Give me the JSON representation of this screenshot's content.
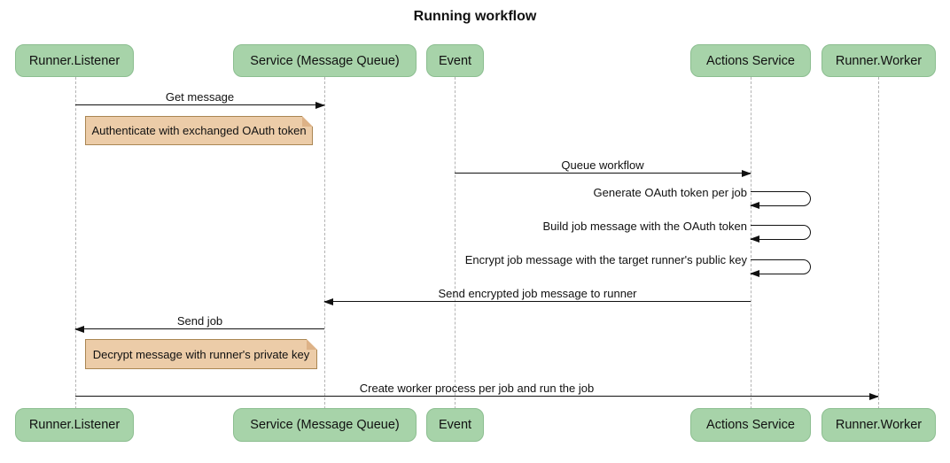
{
  "title": "Running workflow",
  "participants": [
    {
      "id": "runner-listener",
      "label": "Runner.Listener"
    },
    {
      "id": "service-message-queue",
      "label": "Service (Message Queue)"
    },
    {
      "id": "event",
      "label": "Event"
    },
    {
      "id": "actions-service",
      "label": "Actions Service"
    },
    {
      "id": "runner-worker",
      "label": "Runner.Worker"
    }
  ],
  "messages": [
    {
      "text": "Get message",
      "from": "Runner.Listener",
      "to": "Service (Message Queue)",
      "direction": "right"
    },
    {
      "text": "Queue workflow",
      "from": "Event",
      "to": "Actions Service",
      "direction": "right"
    },
    {
      "text": "Generate OAuth token per job",
      "from": "Actions Service",
      "to": "Actions Service",
      "direction": "self"
    },
    {
      "text": "Build job message with the OAuth token",
      "from": "Actions Service",
      "to": "Actions Service",
      "direction": "self"
    },
    {
      "text": "Encrypt job message with the target runner's public key",
      "from": "Actions Service",
      "to": "Actions Service",
      "direction": "self"
    },
    {
      "text": "Send encrypted job message to runner",
      "from": "Actions Service",
      "to": "Service (Message Queue)",
      "direction": "left"
    },
    {
      "text": "Send job",
      "from": "Service (Message Queue)",
      "to": "Runner.Listener",
      "direction": "left"
    },
    {
      "text": "Create worker process per job and run the job",
      "from": "Runner.Listener",
      "to": "Runner.Worker",
      "direction": "right"
    }
  ],
  "notes": [
    {
      "text": "Authenticate with exchanged OAuth token",
      "over": "Runner.Listener"
    },
    {
      "text": "Decrypt message with runner's private key",
      "over": "Runner.Listener"
    }
  ],
  "colors": {
    "participant_fill": "#A7D3A9",
    "participant_border": "#8CBE90",
    "note_fill": "#ECCCA8",
    "note_border": "#AA8653",
    "note_fold": "#DDB287",
    "lifeline": "#B3B3B3",
    "arrow": "#111111",
    "background": "#FFFFFF"
  }
}
